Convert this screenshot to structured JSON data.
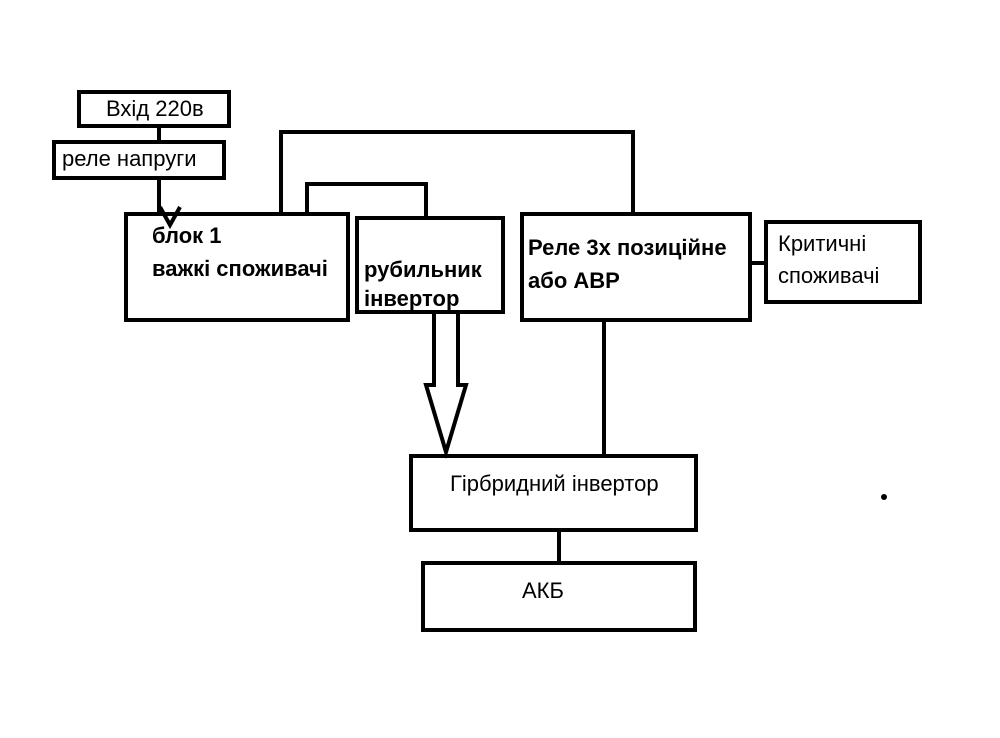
{
  "diagram": {
    "input": {
      "label": "Вхід 220в"
    },
    "voltage_relay": {
      "label": "реле напруги"
    },
    "block1": {
      "line1": "блок 1",
      "line2": "важкі споживачі"
    },
    "switch": {
      "line1": "рубильник",
      "line2": "інвертор"
    },
    "relay3": {
      "line1": "Реле 3х позиційне",
      "line2": "або АВР"
    },
    "critical": {
      "line1": "Критичні",
      "line2": "споживачі"
    },
    "hybrid_inverter": {
      "label": "Гірбридний інвертор"
    },
    "battery": {
      "label": "АКБ"
    },
    "colors": {
      "stroke": "#000000",
      "background": "#ffffff"
    }
  }
}
